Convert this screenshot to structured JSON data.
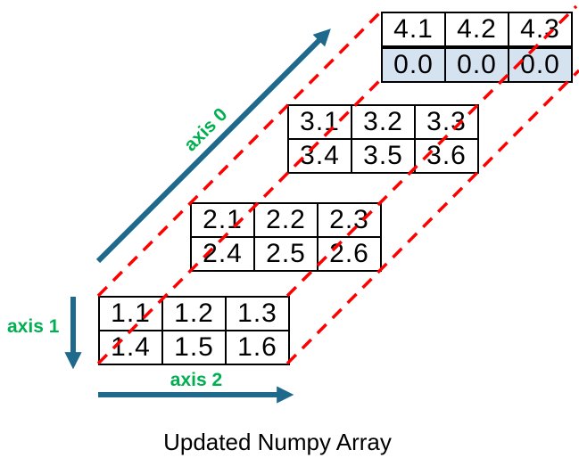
{
  "diagram": {
    "caption": "Updated Numpy Array",
    "axis_labels": {
      "axis0": "axis 0",
      "axis1": "axis 1",
      "axis2": "axis 2"
    },
    "colors": {
      "arrow_teal": "#1f6a8c",
      "axis_label_green": "#00b050",
      "dashed_line_red": "#ff0000",
      "highlight_row_fill": "#d5e2f0",
      "table_border": "#000000",
      "cell_text": "#000000",
      "background": "#ffffff"
    },
    "slices": [
      {
        "name": "slice-1",
        "rows": [
          [
            "1.1",
            "1.2",
            "1.3"
          ],
          [
            "1.4",
            "1.5",
            "1.6"
          ]
        ],
        "highlighted_row": null
      },
      {
        "name": "slice-2",
        "rows": [
          [
            "2.1",
            "2.2",
            "2.3"
          ],
          [
            "2.4",
            "2.5",
            "2.6"
          ]
        ],
        "highlighted_row": null
      },
      {
        "name": "slice-3",
        "rows": [
          [
            "3.1",
            "3.2",
            "3.3"
          ],
          [
            "3.4",
            "3.5",
            "3.6"
          ]
        ],
        "highlighted_row": null
      },
      {
        "name": "slice-4",
        "rows": [
          [
            "4.1",
            "4.2",
            "4.3"
          ],
          [
            "0.0",
            "0.0",
            "0.0"
          ]
        ],
        "highlighted_row": 1
      }
    ]
  }
}
